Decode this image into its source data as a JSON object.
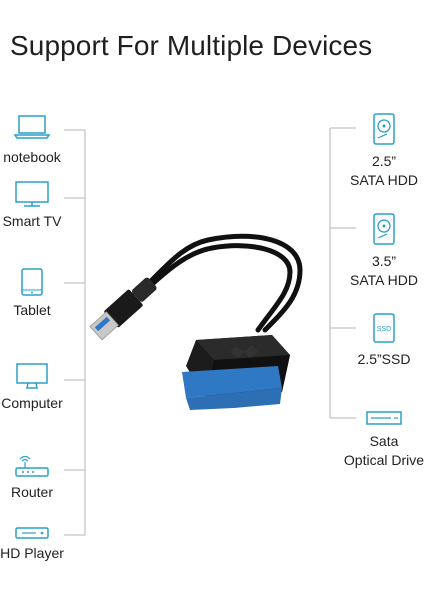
{
  "title": "Support For Multiple Devices",
  "left_devices": [
    {
      "label": "notebook",
      "icon": "laptop-icon"
    },
    {
      "label": "Smart TV",
      "icon": "tv-icon"
    },
    {
      "label": "Tablet",
      "icon": "tablet-icon"
    },
    {
      "label": "Computer",
      "icon": "monitor-icon"
    },
    {
      "label": "Router",
      "icon": "router-icon"
    },
    {
      "label": "HD Player",
      "icon": "hd-player-icon"
    }
  ],
  "right_devices": [
    {
      "line1": "2.5”",
      "line2": "SATA HDD",
      "icon": "hdd-icon"
    },
    {
      "line1": "3.5”",
      "line2": "SATA HDD",
      "icon": "hdd-icon"
    },
    {
      "line1": "2.5”SSD",
      "line2": "",
      "icon": "ssd-icon",
      "icon_text": "SSD"
    },
    {
      "line1": "Sata",
      "line2": "Optical Drive",
      "icon": "optical-drive-icon"
    }
  ],
  "colors": {
    "icon": "#2aa0c8",
    "line": "#b5b5b5",
    "cable": "#111111",
    "connector": "#2f78c4"
  }
}
